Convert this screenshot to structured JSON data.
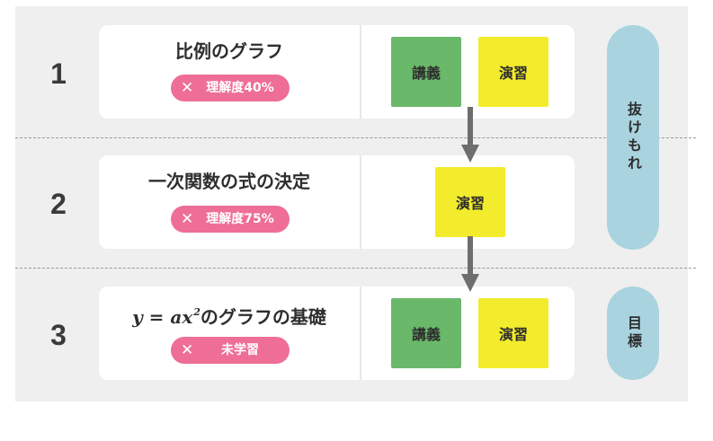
{
  "rows": [
    {
      "number": "1",
      "title": "比例のグラフ",
      "badge": {
        "icon": "x-icon",
        "text": "理解度40%"
      },
      "boxes": [
        {
          "label": "講義",
          "kind": "lecture",
          "color": "#6ab86a"
        },
        {
          "label": "演習",
          "kind": "practice",
          "color": "#f2ec2c"
        }
      ]
    },
    {
      "number": "2",
      "title": "一次関数の式の決定",
      "badge": {
        "icon": "x-icon",
        "text": "理解度75%"
      },
      "boxes": [
        {
          "label": "演習",
          "kind": "practice",
          "color": "#f2ec2c"
        }
      ]
    },
    {
      "number": "3",
      "title_formula": {
        "y": "y",
        "eq": " = ",
        "ax": "ax",
        "exp": "2"
      },
      "title_suffix": "のグラフの基礎",
      "badge": {
        "icon": "x-icon",
        "text": "未学習"
      },
      "boxes": [
        {
          "label": "講義",
          "kind": "lecture",
          "color": "#6ab86a"
        },
        {
          "label": "演習",
          "kind": "practice",
          "color": "#f2ec2c"
        }
      ]
    }
  ],
  "side_labels": {
    "gaps": "抜けもれ",
    "goal": "目標"
  },
  "colors": {
    "badge": "#ee6e96",
    "lecture": "#6ab86a",
    "practice": "#f2ec2c",
    "side_pill": "#a9d3df",
    "arrow": "#6e6e6e"
  }
}
